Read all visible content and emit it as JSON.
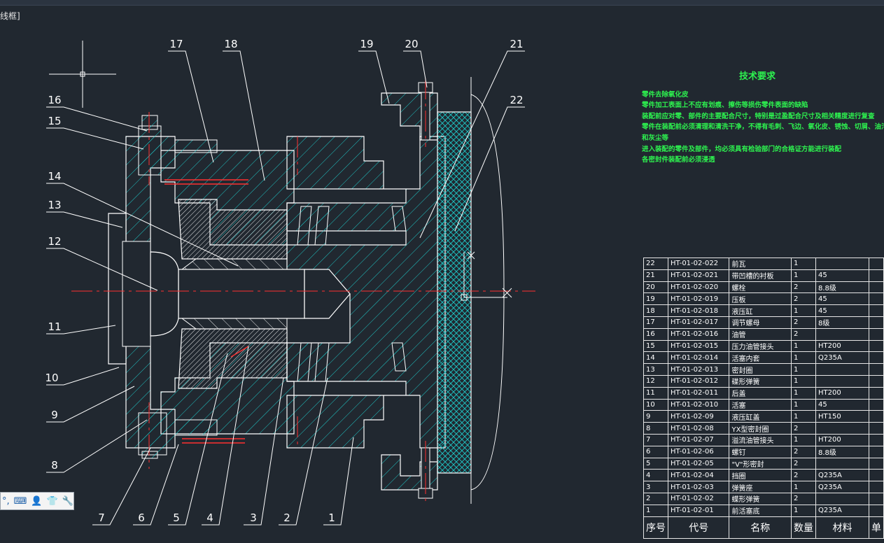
{
  "viewport_label": "线框]",
  "part_numbers": [
    "1",
    "2",
    "3",
    "4",
    "5",
    "6",
    "7",
    "8",
    "9",
    "10",
    "11",
    "12",
    "13",
    "14",
    "15",
    "16",
    "17",
    "18",
    "19",
    "20",
    "21",
    "22"
  ],
  "tech_requirements": {
    "title": "技术要求",
    "lines": [
      "零件去除氧化皮",
      "零件加工表面上不应有划痕、擦伤等损伤零件表面的缺陷",
      "装配前应对零、部件的主要配合尺寸，特别是过盈配合尺寸及相关精度进行复查",
      "零件在装配前必须清理和清洗干净，不得有毛刺、飞边、氧化皮、锈蚀、切屑、油污、着色剂",
      "和灰尘等",
      "进入装配的零件及部件，均必须具有检验部门的合格证方能进行装配",
      "各密封件装配前必须浸透"
    ]
  },
  "bom": {
    "rows": [
      {
        "no": "22",
        "code": "HT-01-02-022",
        "name": "前瓦",
        "qty": "1",
        "material": ""
      },
      {
        "no": "21",
        "code": "HT-01-02-021",
        "name": "带凹槽的衬板",
        "qty": "1",
        "material": "45"
      },
      {
        "no": "20",
        "code": "HT-01-02-020",
        "name": "螺栓",
        "qty": "2",
        "material": "8.8级"
      },
      {
        "no": "19",
        "code": "HT-01-02-019",
        "name": "压板",
        "qty": "2",
        "material": "45"
      },
      {
        "no": "18",
        "code": "HT-01-02-018",
        "name": "液压缸",
        "qty": "1",
        "material": "45"
      },
      {
        "no": "17",
        "code": "HT-01-02-017",
        "name": "调节螺母",
        "qty": "2",
        "material": "8级"
      },
      {
        "no": "16",
        "code": "HT-01-02-016",
        "name": "油管",
        "qty": "2",
        "material": ""
      },
      {
        "no": "15",
        "code": "HT-01-02-015",
        "name": "压力油管接头",
        "qty": "1",
        "material": "HT200"
      },
      {
        "no": "14",
        "code": "HT-01-02-014",
        "name": "活塞内套",
        "qty": "1",
        "material": "Q235A"
      },
      {
        "no": "13",
        "code": "HT-01-02-013",
        "name": "密封圈",
        "qty": "1",
        "material": ""
      },
      {
        "no": "12",
        "code": "HT-01-02-012",
        "name": "碟形弹簧",
        "qty": "1",
        "material": ""
      },
      {
        "no": "11",
        "code": "HT-01-02-011",
        "name": "后盖",
        "qty": "1",
        "material": "HT200"
      },
      {
        "no": "10",
        "code": "HT-01-02-010",
        "name": "活塞",
        "qty": "1",
        "material": "45"
      },
      {
        "no": "9",
        "code": "HT-01-02-09",
        "name": "液压缸盖",
        "qty": "1",
        "material": "HT150"
      },
      {
        "no": "8",
        "code": "HT-01-02-08",
        "name": "YX型密封圈",
        "qty": "2",
        "material": ""
      },
      {
        "no": "7",
        "code": "HT-01-02-07",
        "name": "溢流油管接头",
        "qty": "1",
        "material": "HT200"
      },
      {
        "no": "6",
        "code": "HT-01-02-06",
        "name": "螺钉",
        "qty": "2",
        "material": "8.8级"
      },
      {
        "no": "5",
        "code": "HT-01-02-05",
        "name": "\"V\"形密封",
        "qty": "2",
        "material": ""
      },
      {
        "no": "4",
        "code": "HT-01-02-04",
        "name": "挡圈",
        "qty": "2",
        "material": "Q235A"
      },
      {
        "no": "3",
        "code": "HT-01-02-03",
        "name": "弹簧座",
        "qty": "1",
        "material": "Q235A"
      },
      {
        "no": "2",
        "code": "HT-01-02-02",
        "name": "蝶形弹簧",
        "qty": "2",
        "material": ""
      },
      {
        "no": "1",
        "code": "HT-01-02-01",
        "name": "前活塞底",
        "qty": "1",
        "material": "Q235A"
      }
    ],
    "header": {
      "no": "序号",
      "code": "代号",
      "name": "名称",
      "qty": "数量",
      "material": "材料",
      "extra": "单"
    }
  },
  "toolbar": {
    "icons": [
      "snap-icon",
      "keyboard-icon",
      "user-icon",
      "shirt-icon",
      "wrench-icon"
    ]
  },
  "colors": {
    "background": "#212830",
    "hatch": "#1ec8c8",
    "outline": "#ffffff",
    "centerline": "#ff3030",
    "tech_text": "#2df24f",
    "mesh": "#1ec8c8"
  }
}
